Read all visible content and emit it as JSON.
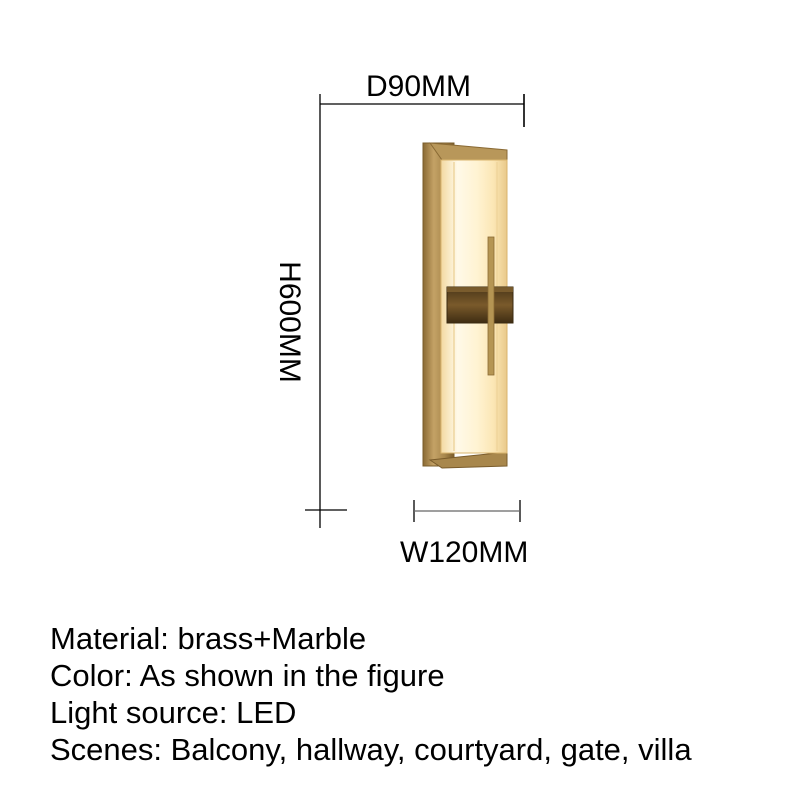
{
  "dimensions": {
    "depth": "D90MM",
    "height": "H600MM",
    "width": "W120MM"
  },
  "specs": {
    "material": "Material: brass+Marble",
    "color": "Color: As shown in the figure",
    "light_source": "Light source: LED",
    "scenes": "Scenes: Balcony, hallway, courtyard, gate, villa"
  },
  "colors": {
    "brass": "#b08d4f",
    "brass_dark": "#6e5326",
    "marble_glow": "#fff6dc",
    "dimension_line": "#000000"
  }
}
